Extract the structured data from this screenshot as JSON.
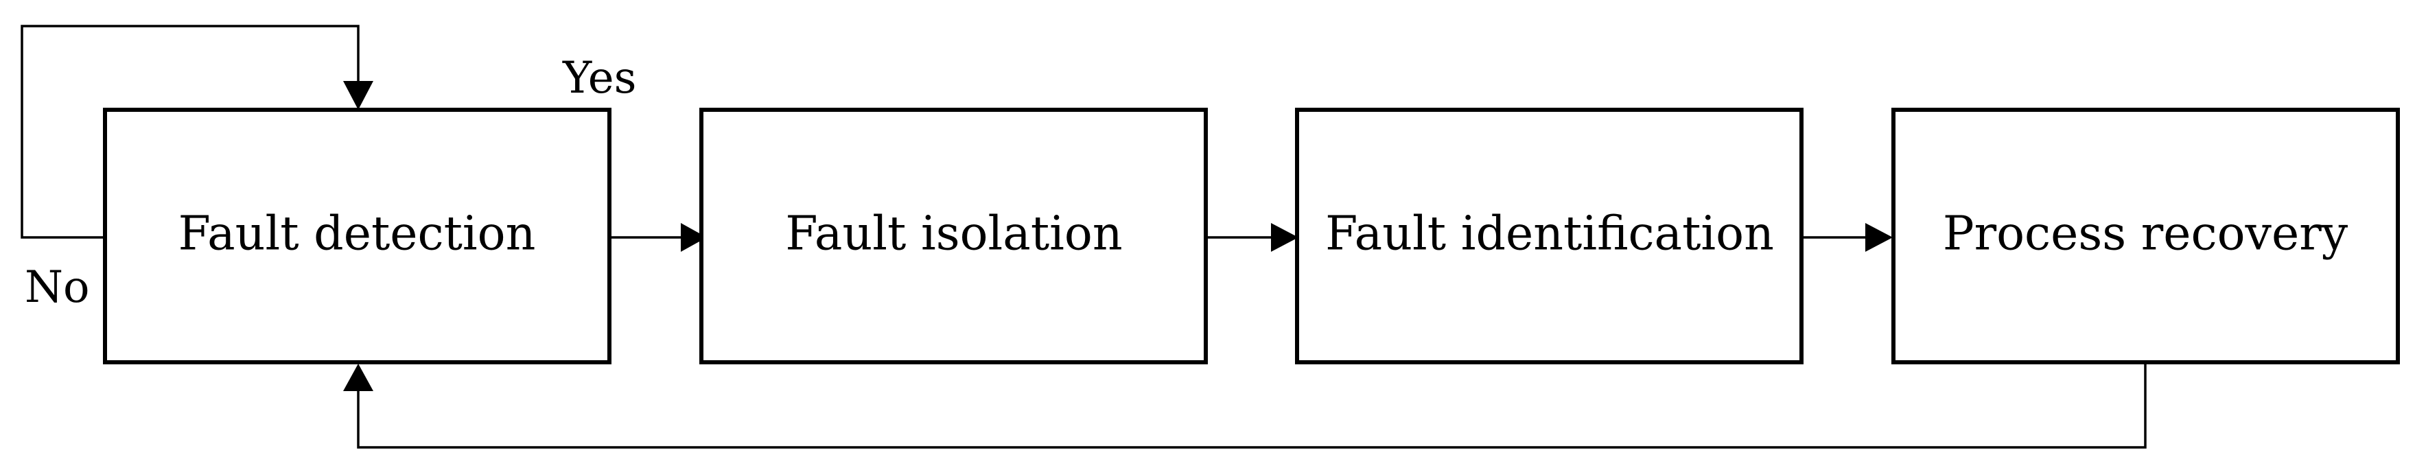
{
  "diagram": {
    "boxes": [
      {
        "label": "Fault detection"
      },
      {
        "label": "Fault isolation"
      },
      {
        "label": "Fault identification"
      },
      {
        "label": "Process recovery"
      }
    ],
    "yes_label": "Yes",
    "no_label": "No"
  }
}
